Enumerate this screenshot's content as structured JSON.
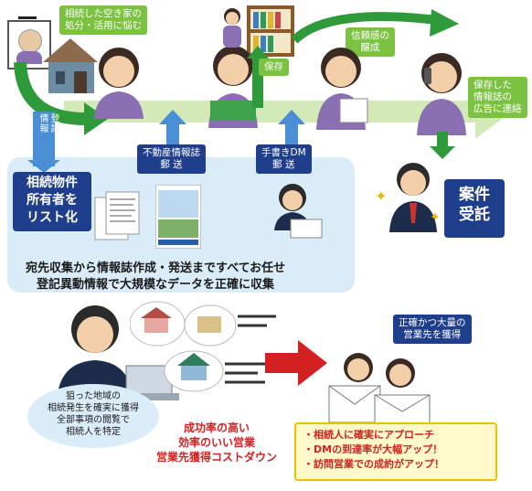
{
  "top": {
    "worry_label": "相続した空き家の\n処分・活用に悩む",
    "save_label": "保存",
    "trust_label": "信頼感の\n醸成",
    "contact_label": "保存した\n情報誌の\n広告に連絡",
    "registry_label": "登記\n情報",
    "magazine_label": "不動産情報誌\n郵 送",
    "dm_label": "手書きDM\n郵 送",
    "owner_list_label": "相続物件\n所有者を\nリスト化",
    "deal_label": "案件\n受託",
    "summary_line1": "宛先収集から情報誌作成・発送まですべてお任せ",
    "summary_line2": "登記異動情報で大規模なデータを正確に収集"
  },
  "bottom": {
    "target_bubble": "狙った地域の\n相続発生を確実に獲得\n全部事項の閲覧で\n相続人を特定",
    "success_text": "成功率の高い\n効率のいい営業\n営業先獲得コストダウン",
    "accurate_label": "正確かつ大量の\n営業先を獲得",
    "benefits": [
      "・相続人に確実にアプローチ",
      "・DMの到達率が大幅アップ！",
      "・訪問営業での成約がアップ！"
    ]
  },
  "colors": {
    "green": "#7cc242",
    "navy": "#1f3f8c",
    "blue_arrow": "#4a8fd6",
    "panel": "#d9ecf8",
    "red": "#d32020"
  }
}
